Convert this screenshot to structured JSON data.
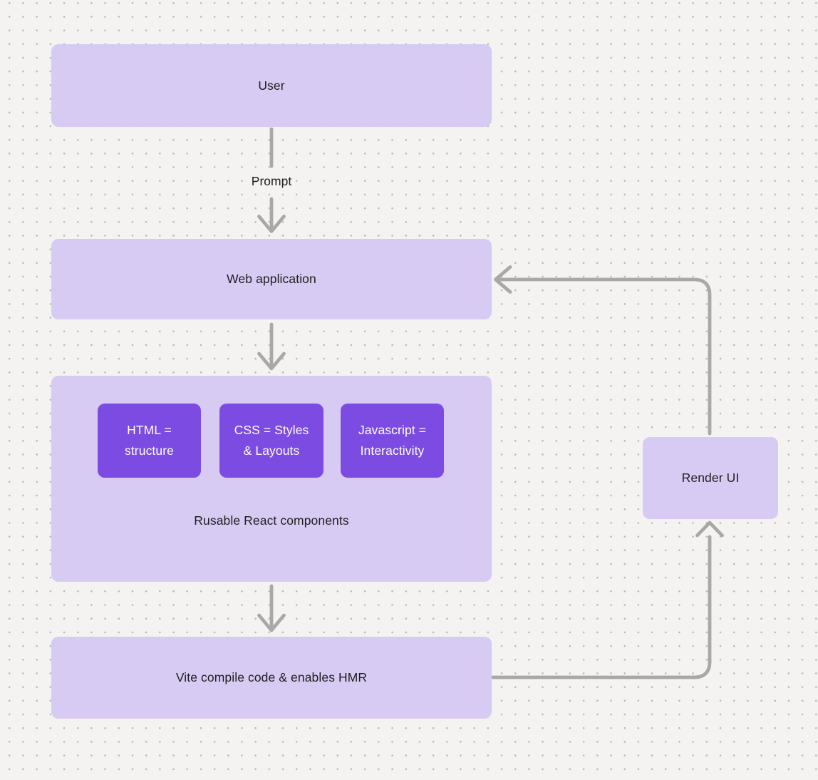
{
  "colors": {
    "canvas_background": "#f4f3f1",
    "grid_dot": "#b9b6b2",
    "node_fill_light": "#d7cbf4",
    "node_fill_accent": "#7c4ce2",
    "edge_stroke": "#a9a8a6",
    "text_primary": "#1e1e1e",
    "text_on_accent": "#ffffff"
  },
  "nodes": {
    "user": {
      "label": "User"
    },
    "web_application": {
      "label": "Web application"
    },
    "components_group": {
      "caption": "Rusable React components",
      "children": [
        {
          "line1": "HTML =",
          "line2": "structure"
        },
        {
          "line1": "CSS = Styles",
          "line2": "& Layouts"
        },
        {
          "line1": "Javascript =",
          "line2": "Interactivity"
        }
      ]
    },
    "vite": {
      "label": "Vite compile code & enables HMR"
    },
    "render_ui": {
      "label": "Render UI"
    }
  },
  "edges": [
    {
      "from": "User",
      "to": "Web application",
      "label": "Prompt"
    },
    {
      "from": "Web application",
      "to": "Rusable React components",
      "label": ""
    },
    {
      "from": "Rusable React components",
      "to": "Vite compile code & enables HMR",
      "label": ""
    },
    {
      "from": "Vite compile code & enables HMR",
      "to": "Render UI",
      "label": ""
    },
    {
      "from": "Render UI",
      "to": "Web application",
      "label": ""
    }
  ]
}
